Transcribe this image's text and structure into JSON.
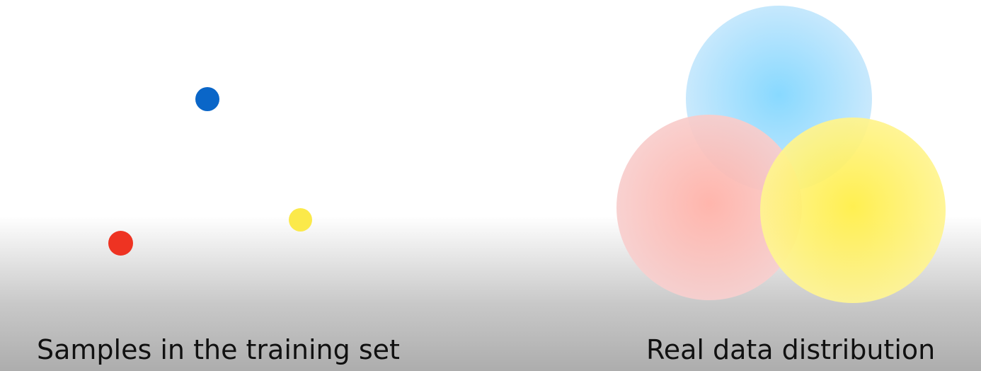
{
  "left_panel": {
    "caption": "Samples in the training set",
    "samples": [
      {
        "name": "blue-sample-dot",
        "color": "#0a66c8"
      },
      {
        "name": "yellow-sample-dot",
        "color": "#fbe94a"
      },
      {
        "name": "red-sample-dot",
        "color": "#ee3322"
      }
    ]
  },
  "right_panel": {
    "caption": "Real data distribution",
    "distributions": [
      {
        "name": "blue-distribution",
        "center_color": "#7fd6ff",
        "edge_color": "#cde9fc"
      },
      {
        "name": "red-distribution",
        "center_color": "#ffb0a6",
        "edge_color": "#f7d2d2"
      },
      {
        "name": "yellow-distribution",
        "center_color": "#ffee44",
        "edge_color": "#fff59a"
      }
    ]
  }
}
